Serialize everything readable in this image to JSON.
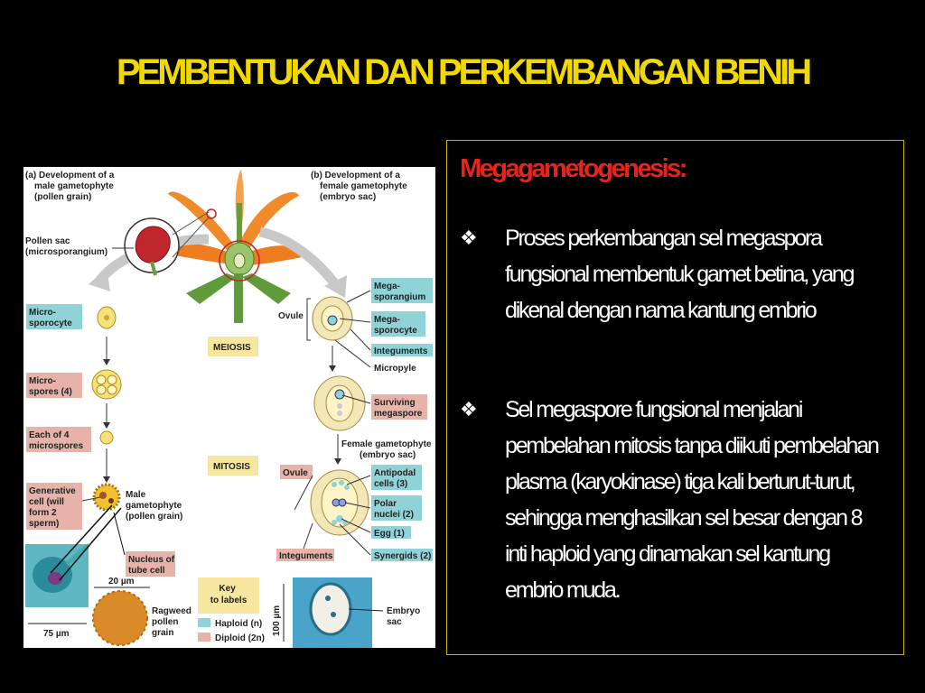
{
  "slide": {
    "title": "PEMBENTUKAN DAN PERKEMBANGAN BENIH",
    "subtitle": "Megagametogenesis:",
    "bullets": [
      {
        "marker": "❖",
        "text": "Proses perkembangan sel megaspora fungsional membentuk gamet betina, yang dikenal dengan nama kantung embrio"
      },
      {
        "marker": "❖",
        "text": "Sel megaspore fungsional menjalani pembelahan mitosis tanpa diikuti pembelahan plasma (karyokinase) tiga kali berturut-turut, sehingga menghasilkan sel besar dengan 8 inti haploid yang dinamakan sel kantung embrio muda."
      }
    ]
  },
  "figure": {
    "heading_male": [
      "(a) Development of a",
      "male gametophyte",
      "(pollen grain)"
    ],
    "heading_female": [
      "(b) Development of a",
      "female gametophyte",
      "(embryo sac)"
    ],
    "pollen_sac": [
      "Pollen sac",
      "(microsporangium)"
    ],
    "microsporocyte": [
      "Micro-",
      "sporocyte"
    ],
    "microspores": [
      "Micro-",
      "spores (4)"
    ],
    "each_of_4": [
      "Each of 4",
      "microspores"
    ],
    "generative": [
      "Generative",
      "cell (will",
      "form 2",
      "sperm)"
    ],
    "male_gametophyte": [
      "Male",
      "gametophyte",
      "(pollen grain)"
    ],
    "nucleus_tube": [
      "Nucleus of",
      "tube cell"
    ],
    "meiosis": "MEIOSIS",
    "mitosis": "MITOSIS",
    "ovule": "Ovule",
    "megasporangium": [
      "Mega-",
      "sporangium"
    ],
    "megasporocyte": [
      "Mega-",
      "sporocyte"
    ],
    "integuments": "Integuments",
    "micropyle": "Micropyle",
    "surviving": [
      "Surviving",
      "megaspore"
    ],
    "female_gametophyte": [
      "Female gametophyte",
      "(embryo sac)"
    ],
    "antipodal": [
      "Antipodal",
      "cells (3)"
    ],
    "polar": [
      "Polar",
      "nuclei (2)"
    ],
    "egg": "Egg (1)",
    "synergids": "Synergids (2)",
    "scale_20": "20 µm",
    "scale_75": "75 µm",
    "scale_100": "100 µm",
    "ragweed": [
      "Ragweed",
      "pollen",
      "grain"
    ],
    "key_title": [
      "Key",
      "to labels"
    ],
    "haploid": "Haploid (n)",
    "diploid": "Diploid (2n)",
    "embryo_sac": [
      "Embryo",
      "sac"
    ],
    "colors": {
      "haploid": "#8fd3d8",
      "diploid": "#e7b3a9",
      "key_bg": "#f7e6a0",
      "petal": "#f08a2a"
    }
  }
}
